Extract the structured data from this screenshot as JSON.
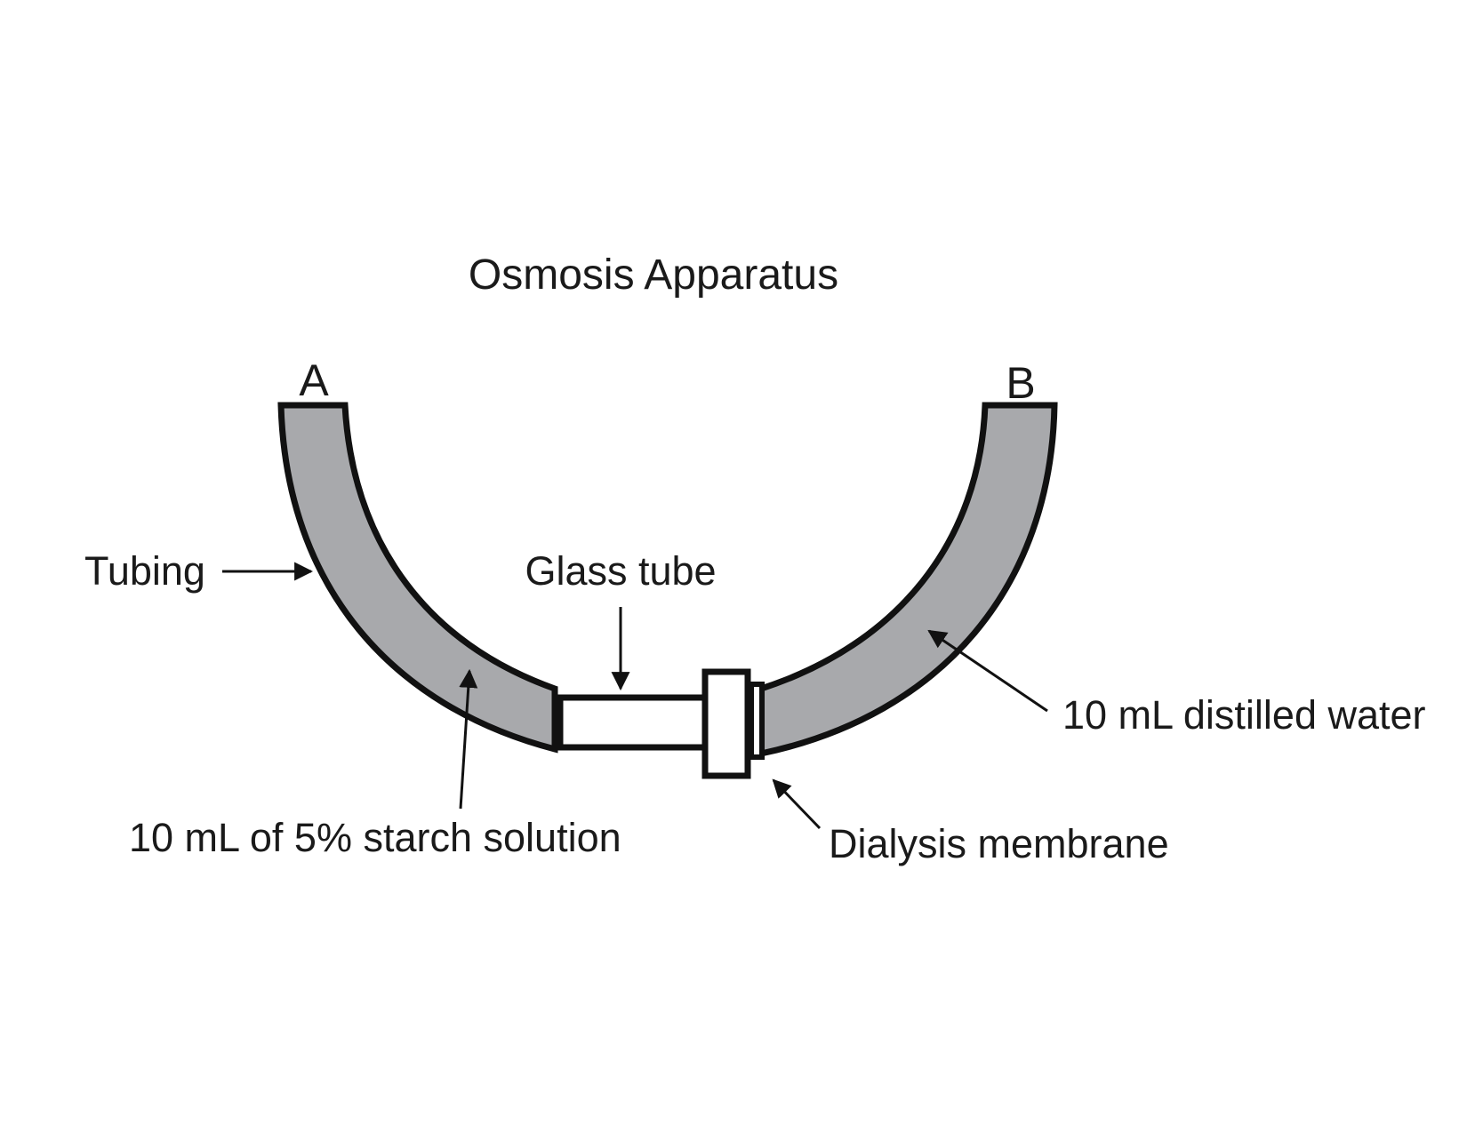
{
  "title": "Osmosis Apparatus",
  "end_labels": {
    "left": "A",
    "right": "B"
  },
  "labels": {
    "tubing": "Tubing",
    "glass_tube": "Glass tube",
    "starch_solution": "10 mL of 5% starch solution",
    "distilled_water": "10 mL distilled water",
    "dialysis_membrane": "Dialysis membrane"
  },
  "colors": {
    "tubing_fill": "#a8a9ac",
    "outline": "#111111",
    "glass_fill": "#ffffff",
    "background": "#ffffff"
  }
}
